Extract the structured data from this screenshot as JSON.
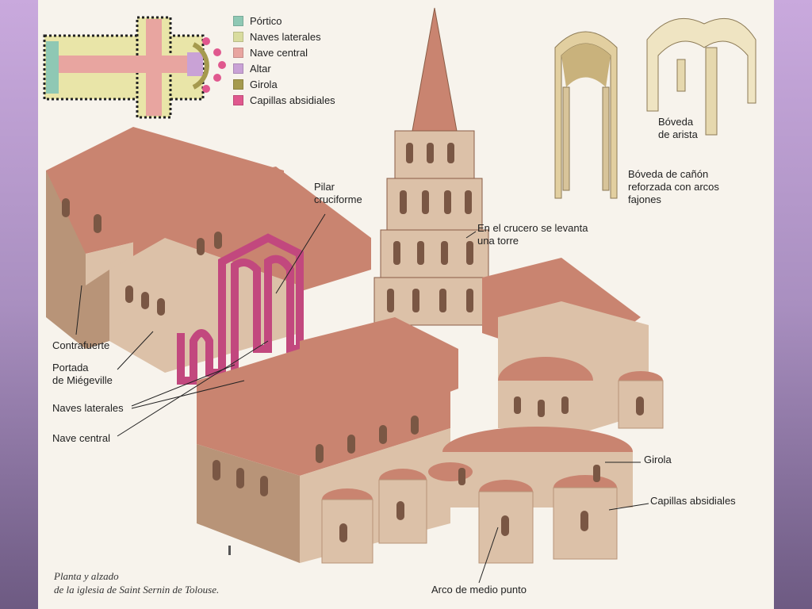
{
  "legend": [
    {
      "label": "Pórtico",
      "color": "#8fc8b4"
    },
    {
      "label": "Naves laterales",
      "color": "#d9dc9e"
    },
    {
      "label": "Nave central",
      "color": "#e8a5a0"
    },
    {
      "label": "Altar",
      "color": "#c9a2d6"
    },
    {
      "label": "Girola",
      "color": "#a59a4e"
    },
    {
      "label": "Capillas absidiales",
      "color": "#e0588e"
    }
  ],
  "labels": {
    "pilar_line1": "Pilar",
    "pilar_line2": "cruciforme",
    "torre_line1": "En el crucero se levanta",
    "torre_line2": "una torre",
    "arista_line1": "Bóveda",
    "arista_line2": "de arista",
    "canon_line1": "Bóveda de cañón",
    "canon_line2": "reforzada con arcos",
    "canon_line3": "fajones",
    "contrafuerte": "Contrafuerte",
    "portada_line1": "Portada",
    "portada_line2": "de Miégeville",
    "naves_laterales": "Naves laterales",
    "nave_central": "Nave central",
    "girola": "Girola",
    "capillas": "Capillas absidiales",
    "arco": "Arco de medio punto"
  },
  "caption": {
    "line1": "Planta y alzado",
    "line2": "de la iglesia de Saint Sernin de Tolouse."
  },
  "colors": {
    "roof": "#c98470",
    "roof_dark": "#a86554",
    "wall": "#dcc1a8",
    "wall_dark": "#b89478",
    "highlight": "#c2487e"
  }
}
